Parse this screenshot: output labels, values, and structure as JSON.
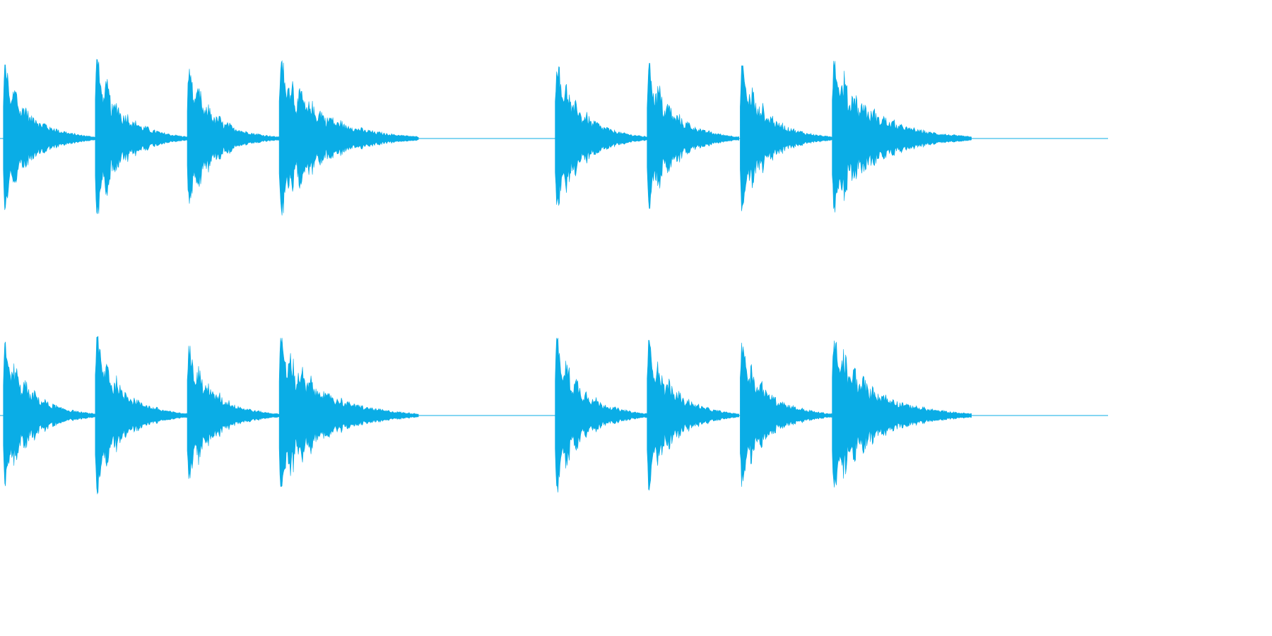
{
  "chart_data": {
    "type": "waveform",
    "title": "",
    "xlabel": "",
    "ylabel": "",
    "grid": false,
    "legend": "none",
    "color": "#0aade6",
    "xlim": [
      0,
      1
    ],
    "ylim": [
      -1,
      1
    ],
    "channels": [
      {
        "events": [
          {
            "onset": 0.003,
            "peak": 0.93,
            "decay": 0.46
          },
          {
            "onset": 0.086,
            "peak": 1.0,
            "decay": 0.46
          },
          {
            "onset": 0.169,
            "peak": 0.88,
            "decay": 0.46
          },
          {
            "onset": 0.252,
            "peak": 0.98,
            "decay": 0.7
          },
          {
            "onset": 0.501,
            "peak": 0.98,
            "decay": 0.46
          },
          {
            "onset": 0.584,
            "peak": 0.95,
            "decay": 0.46
          },
          {
            "onset": 0.668,
            "peak": 0.92,
            "decay": 0.46
          },
          {
            "onset": 0.751,
            "peak": 0.98,
            "decay": 0.7
          }
        ]
      },
      {
        "events": [
          {
            "onset": 0.003,
            "peak": 0.93,
            "decay": 0.46
          },
          {
            "onset": 0.086,
            "peak": 1.0,
            "decay": 0.46
          },
          {
            "onset": 0.169,
            "peak": 0.88,
            "decay": 0.46
          },
          {
            "onset": 0.252,
            "peak": 0.98,
            "decay": 0.7
          },
          {
            "onset": 0.501,
            "peak": 0.98,
            "decay": 0.46
          },
          {
            "onset": 0.584,
            "peak": 0.95,
            "decay": 0.46
          },
          {
            "onset": 0.668,
            "peak": 0.92,
            "decay": 0.46
          },
          {
            "onset": 0.751,
            "peak": 0.98,
            "decay": 0.7
          }
        ]
      }
    ]
  }
}
